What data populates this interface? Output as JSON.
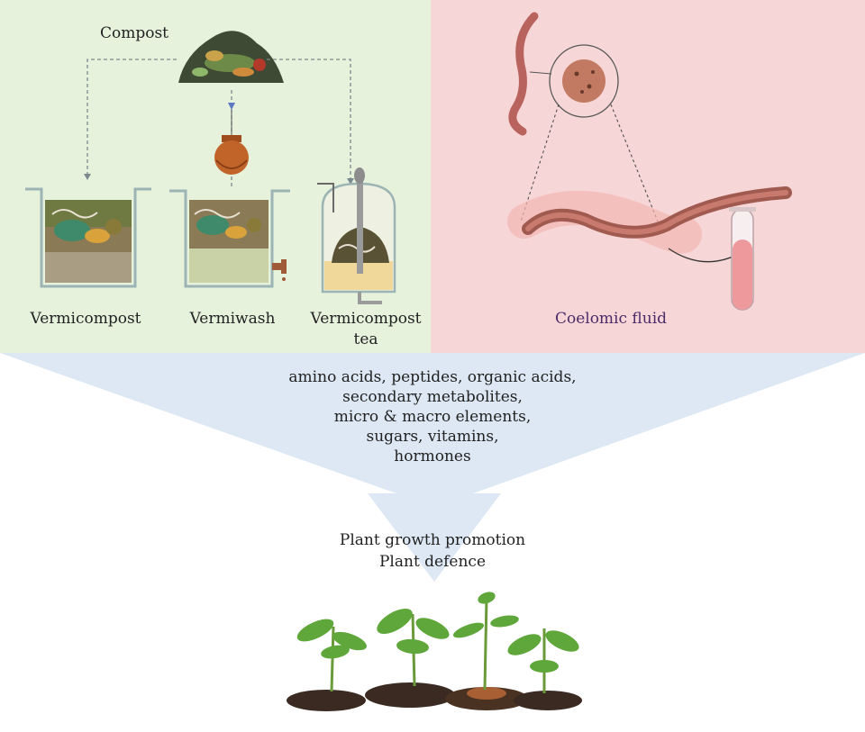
{
  "diagram": {
    "sources": {
      "compost": "Compost",
      "vermicompost": "Vermicompost",
      "vermiwash": "Vermiwash",
      "vermicompost_tea": "Vermicompost tea",
      "coelomic_fluid": "Coelomic fluid"
    },
    "components": [
      "amino acids, peptides, organic acids,",
      "secondary metabolites,",
      "micro & macro elements,",
      "sugars, vitamins,",
      "hormones"
    ],
    "outcomes": [
      "Plant growth promotion",
      "Plant defence"
    ]
  },
  "colors": {
    "left_panel": "#e6f2dc",
    "right_panel": "#f6d6d6",
    "funnel": "#dde8f4"
  }
}
